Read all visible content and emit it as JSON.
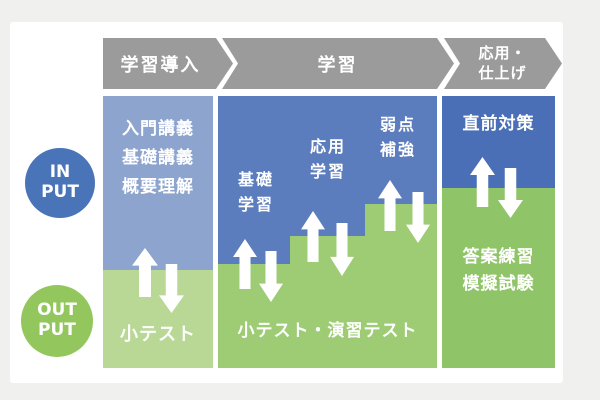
{
  "page": {
    "background": "#f0f0ee",
    "panel_background": "#ffffff"
  },
  "banner": {
    "color": "#9b9b9b",
    "phases": [
      {
        "label": "学習導入"
      },
      {
        "label": "学習"
      },
      {
        "label": "応用・\n仕上げ"
      }
    ]
  },
  "badges": {
    "input": {
      "label": "IN\nPUT",
      "color": "#4a74b8"
    },
    "output": {
      "label": "OUT\nPUT",
      "color": "#93c75e"
    }
  },
  "columns": [
    {
      "name": "learning-intro",
      "input_color": "#8da4ce",
      "output_color": "#b9d896",
      "input_text": "入門講義\n基礎講義\n概要理解",
      "output_text": "小テスト"
    },
    {
      "name": "learning",
      "input_color": "#5b7cbd",
      "output_color": "#9dcc74",
      "steps": [
        {
          "label": "基礎\n学習"
        },
        {
          "label": "応用\n学習"
        },
        {
          "label": "弱点\n補強"
        }
      ],
      "output_text": "小テスト・演習テスト"
    },
    {
      "name": "application-finish",
      "input_color": "#4a6fb6",
      "output_color": "#90c468",
      "input_text": "直前対策",
      "output_text": "答案練習\n模擬試験"
    }
  ],
  "flow_arrow_color": "#ffffff"
}
